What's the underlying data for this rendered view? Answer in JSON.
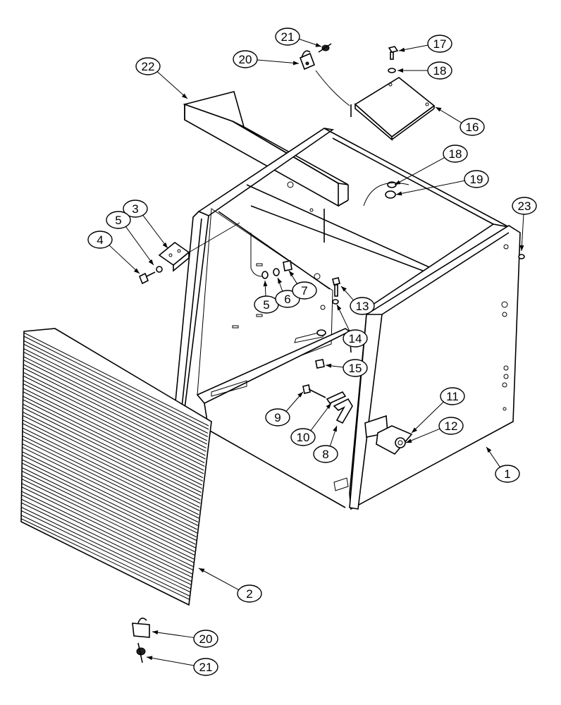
{
  "callouts": [
    {
      "label": "1"
    },
    {
      "label": "2"
    },
    {
      "label": "3"
    },
    {
      "label": "4"
    },
    {
      "label": "5"
    },
    {
      "label": "5"
    },
    {
      "label": "6"
    },
    {
      "label": "7"
    },
    {
      "label": "8"
    },
    {
      "label": "9"
    },
    {
      "label": "10"
    },
    {
      "label": "11"
    },
    {
      "label": "12"
    },
    {
      "label": "13"
    },
    {
      "label": "14"
    },
    {
      "label": "15"
    },
    {
      "label": "16"
    },
    {
      "label": "17"
    },
    {
      "label": "18"
    },
    {
      "label": "18"
    },
    {
      "label": "19"
    },
    {
      "label": "20"
    },
    {
      "label": "20"
    },
    {
      "label": "21"
    },
    {
      "label": "21"
    },
    {
      "label": "22"
    },
    {
      "label": "23"
    }
  ]
}
